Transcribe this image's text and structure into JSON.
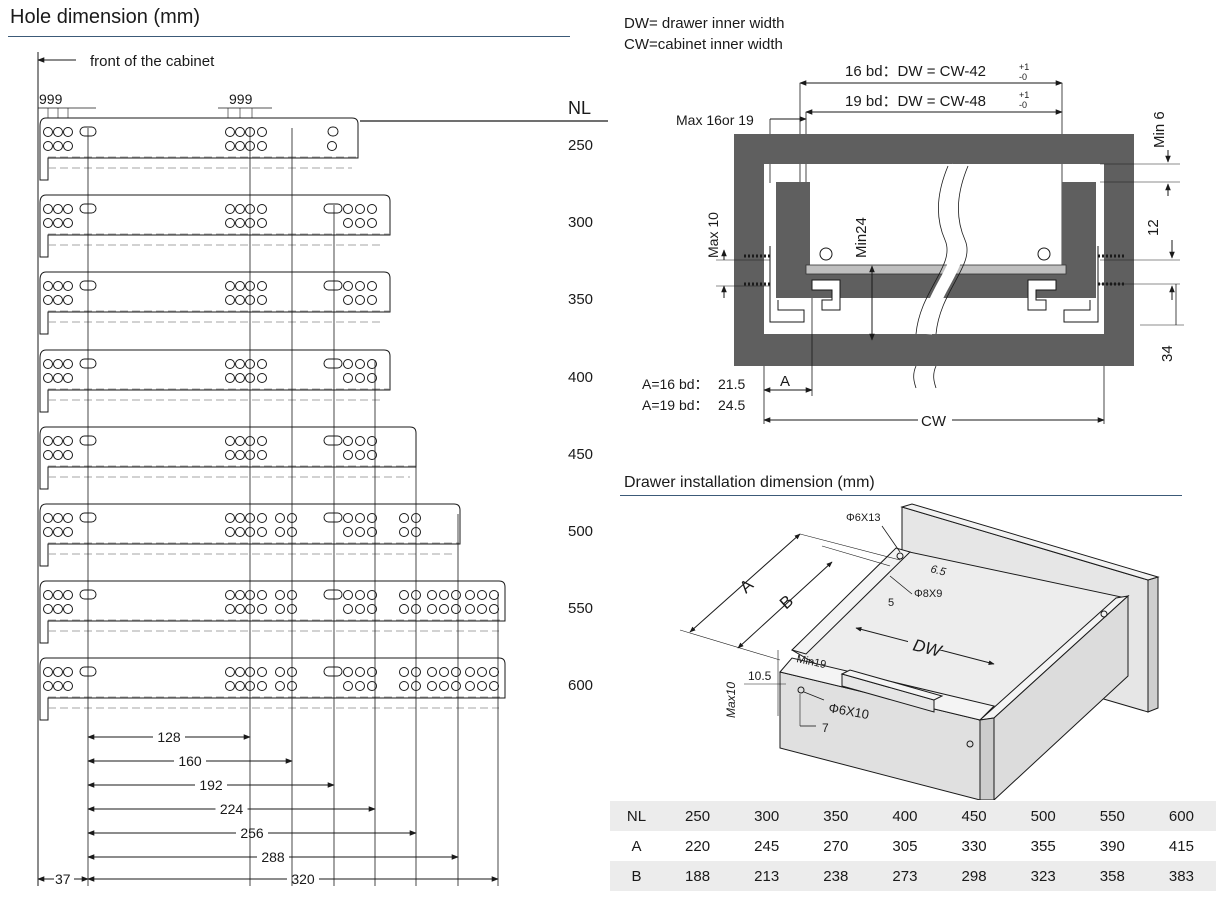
{
  "left": {
    "title": "Hole dimension (mm)",
    "front_label": "front of the cabinet",
    "top_marks_a": "999",
    "top_marks_b": "999",
    "nl_header": "NL",
    "rails": [
      "250",
      "300",
      "350",
      "400",
      "450",
      "500",
      "550",
      "600"
    ],
    "spacings": [
      "128",
      "160",
      "192",
      "224",
      "256",
      "288",
      "320"
    ],
    "offset": "37"
  },
  "section": {
    "dw_def": "DW= drawer inner width",
    "cw_def": "CW=cabinet inner width",
    "dw16": "16 bd：DW = CW-42",
    "dw16_tol": "+1 -0",
    "dw19": "19 bd：DW = CW-48",
    "dw19_tol": "+1 -0",
    "max16": "Max 16or 19",
    "min6": "Min 6",
    "max10": "Max 10",
    "min24": "Min24",
    "d12": "12",
    "d34": "34",
    "a16_label": "A=16 bd：",
    "a16_value": "21.5",
    "a19_label": "A=19 bd：",
    "a19_value": "24.5",
    "a_label": "A",
    "cw_label": "CW"
  },
  "install": {
    "title": "Drawer installation dimension (mm)",
    "phi6x13": "Φ6X13",
    "d65": "6.5",
    "d5": "5",
    "phi8x9": "Φ8X9",
    "a": "A",
    "b": "B",
    "dw": "DW",
    "min19": "Min19",
    "d105": "10.5",
    "max10": "Max10",
    "phi6x10": "Φ6X10",
    "d7": "7"
  },
  "table": {
    "rows": [
      [
        "NL",
        "250",
        "300",
        "350",
        "400",
        "450",
        "500",
        "550",
        "600"
      ],
      [
        "A",
        "220",
        "245",
        "270",
        "305",
        "330",
        "355",
        "390",
        "415"
      ],
      [
        "B",
        "188",
        "213",
        "238",
        "273",
        "298",
        "323",
        "358",
        "383"
      ]
    ]
  }
}
